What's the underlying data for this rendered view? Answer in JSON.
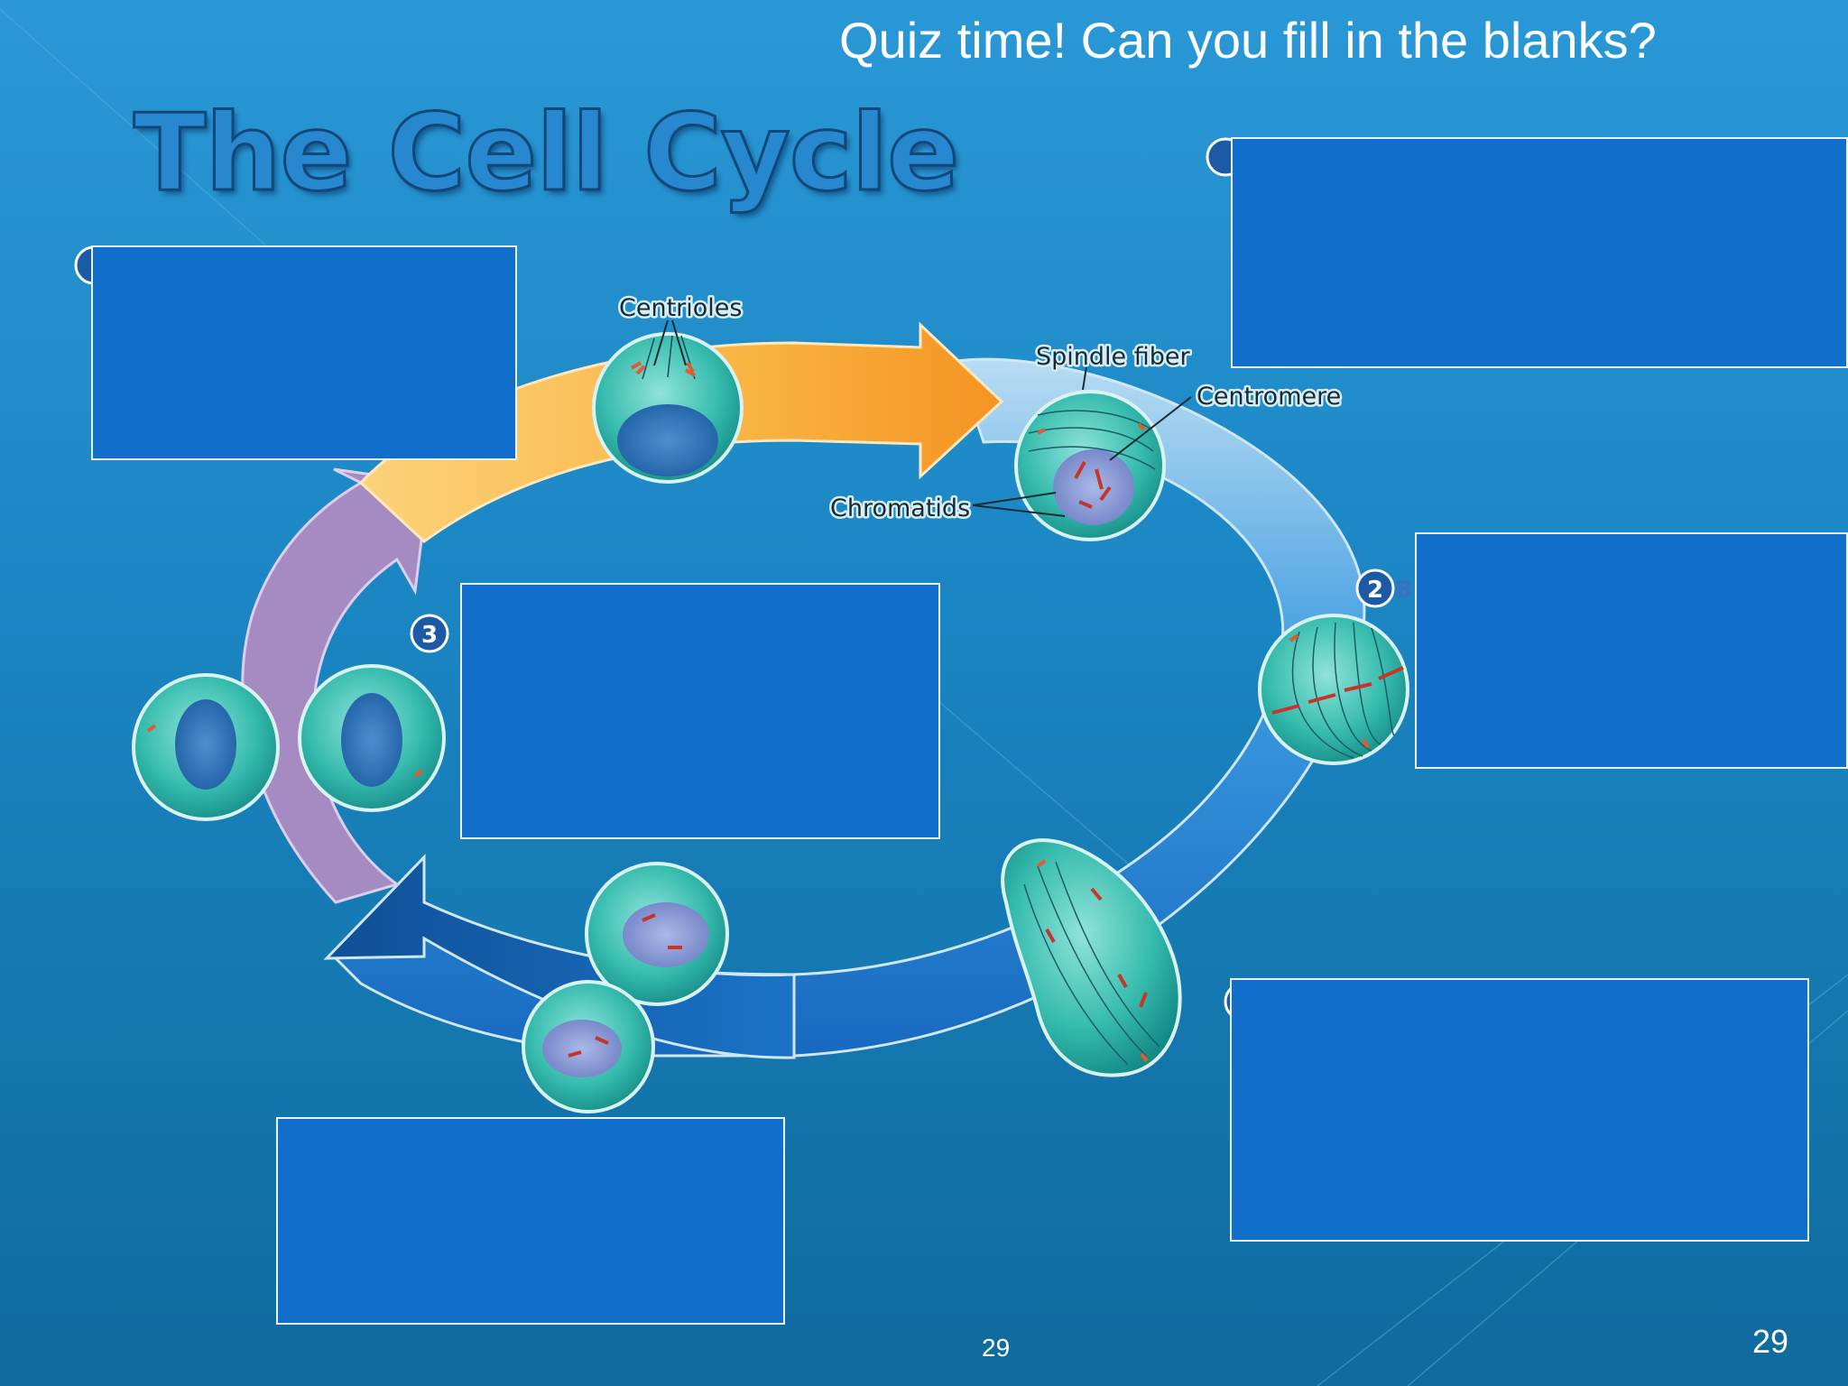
{
  "slide": {
    "heading": "Quiz time!  Can you fill in the blanks?",
    "title": "The Cell Cycle",
    "page_number_right": "29",
    "page_number_center": "29"
  },
  "diagram": {
    "labels": {
      "centrioles": "Centrioles",
      "spindle_fiber": "Spindle fiber",
      "centromere": "Centromere",
      "chromatids": "Chromatids"
    },
    "badges": {
      "stage_3": "3",
      "stage_2b": "2",
      "stage_2b_letter": "B"
    },
    "colors": {
      "interphase_arrow": "#f7a630",
      "mitosis_arrow": "#1a78c8",
      "cytokinesis_arrow": "#a88cc4",
      "cell_fill": "#2fb9ad",
      "blank_box": "#116fcb"
    }
  },
  "blanks": [
    {
      "id": "blank-top-right",
      "value": ""
    },
    {
      "id": "blank-top-left",
      "value": ""
    },
    {
      "id": "blank-center",
      "value": ""
    },
    {
      "id": "blank-right",
      "value": ""
    },
    {
      "id": "blank-bottom-right",
      "value": ""
    },
    {
      "id": "blank-bottom-left",
      "value": ""
    }
  ]
}
